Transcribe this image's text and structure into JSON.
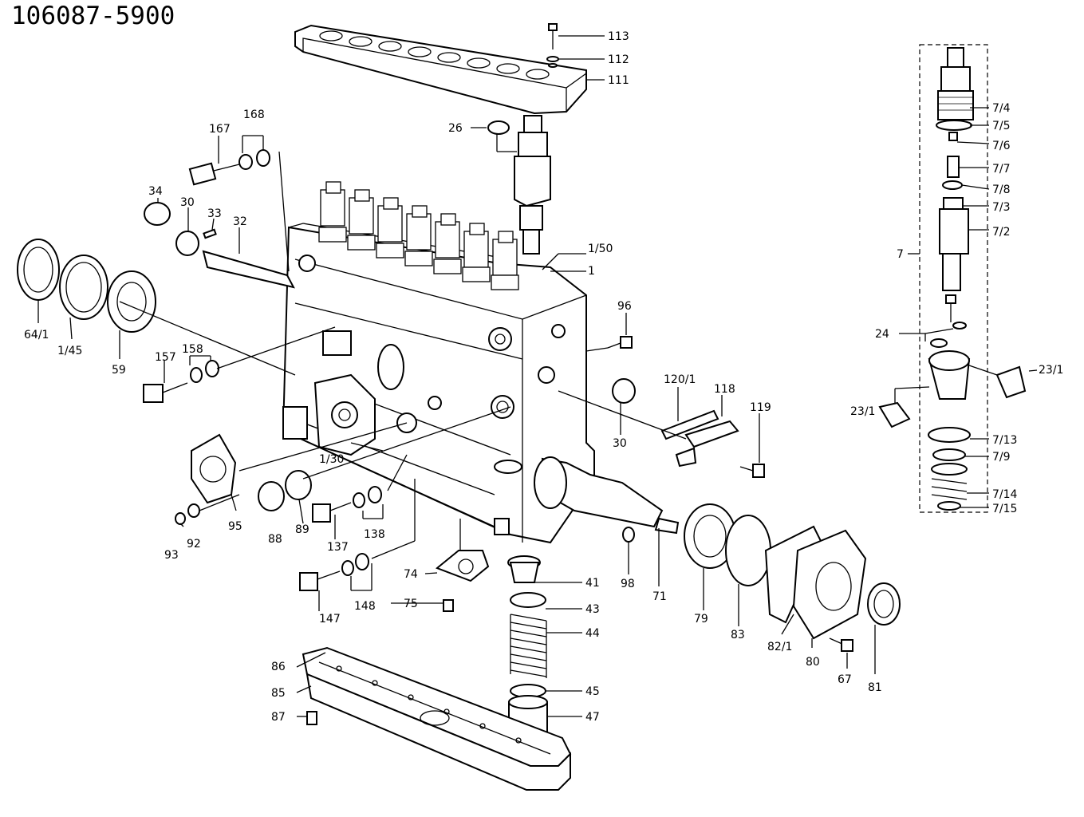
{
  "title": "106087-5900",
  "callouts": {
    "c113": "113",
    "c112": "112",
    "c111": "111",
    "c26": "26",
    "c168": "168",
    "c167": "167",
    "c34": "34",
    "c30a": "30",
    "c33": "33",
    "c32": "32",
    "c150": "1/50",
    "c1": "1",
    "c64": "64/1",
    "c145": "1/45",
    "c59": "59",
    "c157": "157",
    "c158": "158",
    "c96": "96",
    "c1201": "120/1",
    "c118": "118",
    "c119": "119",
    "c30b": "30",
    "c130": "1/30",
    "c95": "95",
    "c93": "93",
    "c92": "92",
    "c88": "88",
    "c89": "89",
    "c137": "137",
    "c138": "138",
    "c147": "147",
    "c148": "148",
    "c74": "74",
    "c75": "75",
    "c41": "41",
    "c43": "43",
    "c44": "44",
    "c45": "45",
    "c47": "47",
    "c98": "98",
    "c71": "71",
    "c79": "79",
    "c83": "83",
    "c821": "82/1",
    "c80": "80",
    "c67": "67",
    "c81": "81",
    "c86": "86",
    "c85": "85",
    "c87": "87",
    "c7": "7",
    "c74s": "7/4",
    "c75s": "7/5",
    "c76s": "7/6",
    "c77s": "7/7",
    "c78s": "7/8",
    "c73s": "7/3",
    "c72s": "7/2",
    "c24": "24",
    "c231a": "23/1",
    "c231b": "23/1",
    "c713": "7/13",
    "c79s": "7/9",
    "c714": "7/14",
    "c715": "7/15"
  }
}
